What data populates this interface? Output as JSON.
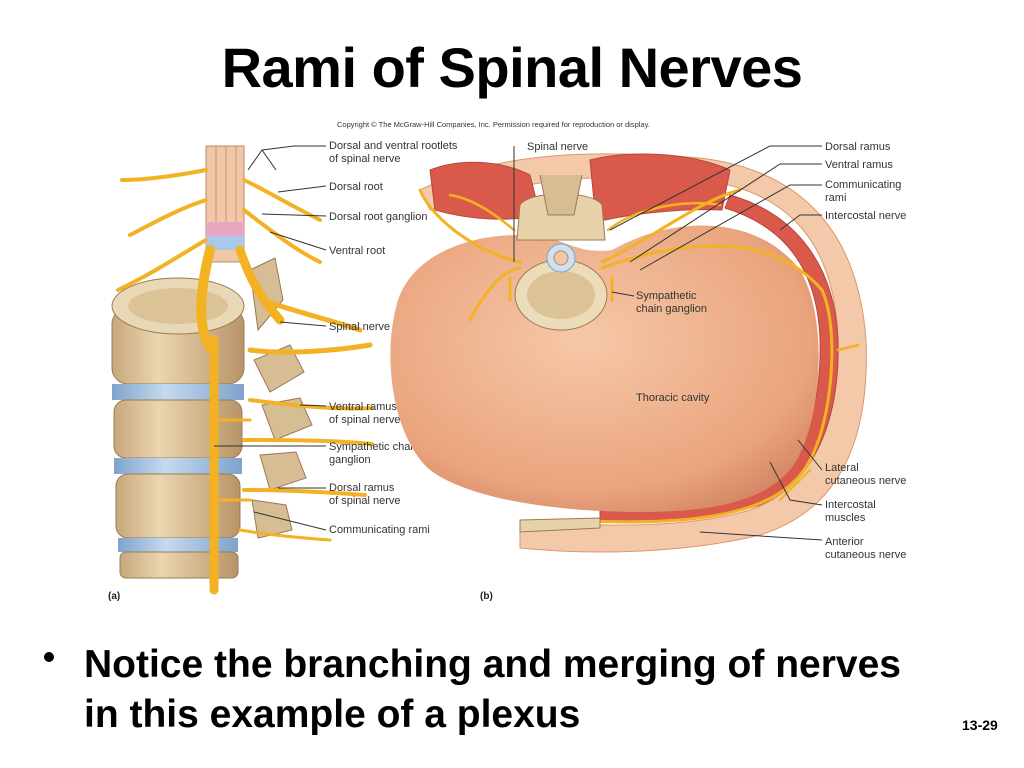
{
  "slide": {
    "title": "Rami of Spinal Nerves",
    "copyright": "Copyright © The McGraw-Hill Companies, Inc. Permission required for reproduction or display.",
    "bullet": "Notice the branching and merging of nerves in this example of a plexus",
    "slide_number": "13-29"
  },
  "figure": {
    "panel_a": {
      "tag": "(a)",
      "labels": [
        [
          "Dorsal and ventral rootlets",
          "of spinal nerve"
        ],
        [
          "Dorsal root"
        ],
        [
          "Dorsal root ganglion"
        ],
        [
          "Ventral root"
        ],
        [
          "Spinal nerve"
        ],
        [
          "Ventral ramus",
          "of spinal nerve"
        ],
        [
          "Sympathetic chain",
          "ganglion"
        ],
        [
          "Dorsal ramus",
          "of spinal nerve"
        ],
        [
          "Communicating rami"
        ]
      ]
    },
    "panel_b": {
      "tag": "(b)",
      "labels": {
        "spinal_nerve": [
          "Spinal nerve"
        ],
        "sympathetic": [
          "Sympathetic",
          "chain ganglion"
        ],
        "thoracic": [
          "Thoracic cavity"
        ],
        "dorsal_ramus": [
          "Dorsal ramus"
        ],
        "ventral_ramus": [
          "Ventral ramus"
        ],
        "communicating": [
          "Communicating",
          "rami"
        ],
        "intercostal_nerve": [
          "Intercostal nerve"
        ],
        "lateral": [
          "Lateral",
          "cutaneous nerve"
        ],
        "intercostal_muscles": [
          "Intercostal",
          "muscles"
        ],
        "anterior": [
          "Anterior",
          "cutaneous nerve"
        ]
      }
    },
    "colors": {
      "nerve": "#f2b224",
      "bone": "#e6d2ad",
      "disc": "#9fbfe0",
      "muscle": "#d95a4a",
      "cavity": "#e8a07a",
      "skin": "#f4c9a9"
    }
  }
}
